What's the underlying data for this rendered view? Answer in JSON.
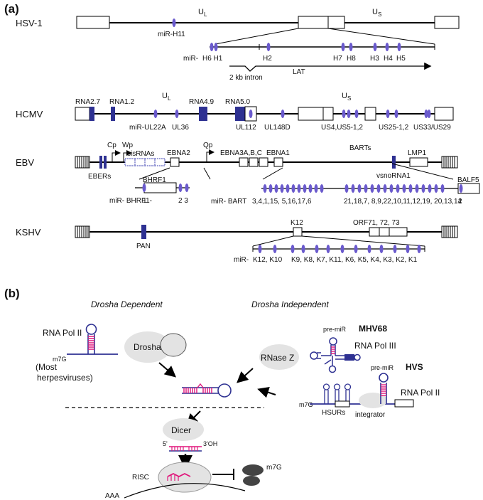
{
  "panel_a": {
    "label": "(a)",
    "viruses": {
      "hsv1": "HSV-1",
      "hcmv": "HCMV",
      "ebv": "EBV",
      "kshv": "KSHV"
    },
    "hsv1": {
      "ul": "U",
      "ul_sub": "L",
      "us": "U",
      "us_sub": "S",
      "mir_h11": "miR-H11",
      "mir_prefix": "miR-",
      "h6h1": "H6 H1",
      "h2": "H2",
      "h7": "H7",
      "h8": "H8",
      "h3": "H3",
      "h4": "H4",
      "h5": "H5",
      "intron": "2 kb intron",
      "lat": "LAT"
    },
    "hcmv": {
      "rna27": "RNA2.7",
      "rna12": "RNA1.2",
      "ul": "U",
      "ul_sub": "L",
      "rna49": "RNA4.9",
      "rna50": "RNA5.0",
      "us": "U",
      "us_sub": "S",
      "mir_ul22a": "miR-UL22A",
      "ul36": "UL36",
      "ul112": "UL112",
      "ul148d": "UL148D",
      "us4": "US4,US5-1,2",
      "us25": "US25-1,2",
      "us33": "US33/US29"
    },
    "ebv": {
      "cp": "Cp",
      "wp": "Wp",
      "sisrnas": "sisRNAs",
      "ebna2": "EBNA2",
      "qp": "Qp",
      "ebna3": "EBNA3A,B,C",
      "ebna1": "EBNA1",
      "barts": "BARTs",
      "lmp1": "LMP1",
      "ebers": "EBERs",
      "vsnorna1": "vsnoRNA1",
      "bhrf1": "BHRF1",
      "balf5": "BALF5",
      "mir_bhrf1": "miR- BHRF1-",
      "bhrf1_1": "1",
      "bhrf1_23": "2  3",
      "mir_bart": "miR- BART",
      "bart_g1": "3,4,1,15, 5,16,17,6",
      "bart_g2": "21,18,7, 8,9,22,10,11,12,19, 20,13,14",
      "bart_2": "2"
    },
    "kshv": {
      "pan": "PAN",
      "k12": "K12",
      "orf71": "ORF71, 72, 73",
      "mir_prefix": "miR-",
      "k12k10": "K12, K10",
      "klist": "K9, K8, K7, K11, K6, K5, K4, K3, K2, K1"
    }
  },
  "panel_b": {
    "label": "(b)",
    "drosha_dependent": "Drosha Dependent",
    "drosha_independent": "Drosha Independent",
    "rna_pol_ii": "RNA Pol II",
    "m7g": "m7G",
    "most_herpes_1": "(Most",
    "most_herpes_2": "herpesviruses)",
    "drosha": "Drosha",
    "rnase_z": "RNase Z",
    "pre_mir": "pre-miR",
    "mhv68": "MHV68",
    "rna_pol_iii": "RNA Pol III",
    "hvs": "HVS",
    "hsurs": "HSURs",
    "integrator": "integrator",
    "dicer": "Dicer",
    "five_prime": "5'",
    "three_oh": "3'OH",
    "risc": "RISC",
    "aaa": "AAA"
  },
  "colors": {
    "mirna": "#6a5acd",
    "block": "#2e3192",
    "hairpin": "#e0147a",
    "shape": "#e3e3e3"
  }
}
